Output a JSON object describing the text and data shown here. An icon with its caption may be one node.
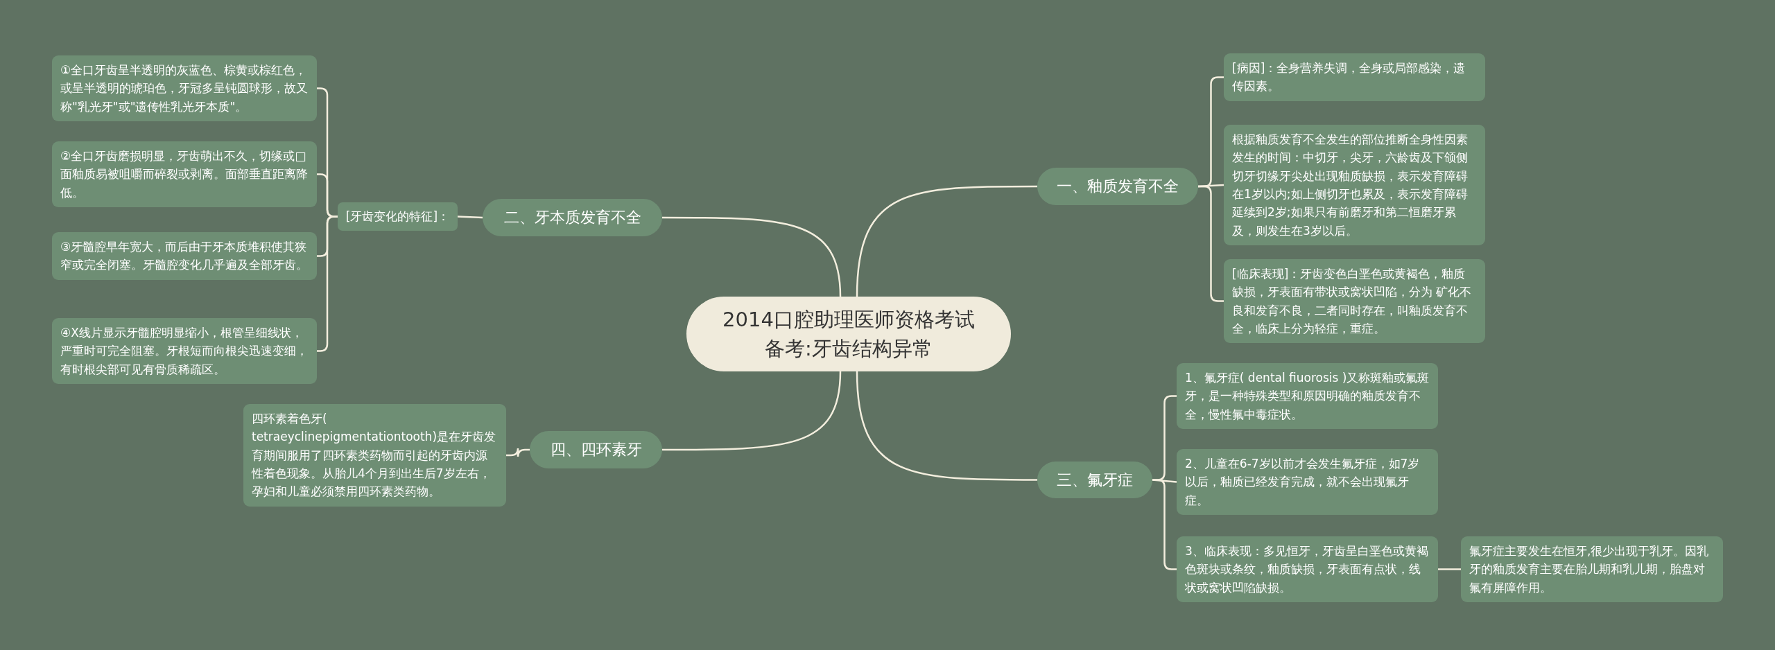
{
  "diagram": {
    "nodes": [
      {
        "text": [
          "2014口腔助理医师资格考试备考:牙齿结构异常"
        ]
      },
      {
        "text": [
          "一、釉质发育不全"
        ]
      },
      {
        "text": [
          "[病因]：全身营养失调，全身或局部感染，遗传因素。"
        ]
      },
      {
        "text": [
          "根据釉质发育不全发生的部位推断全身性因素发生的时间：中切牙，尖牙，六龄齿及下颌侧切牙切缘牙尖处出现釉质缺损，表示发育障碍在1岁以内;如上侧切牙也累及，表示发育障碍延续到2岁;如果只有前磨牙和第二恒磨牙累及，则发生在3岁以后。"
        ]
      },
      {
        "text": [
          "[临床表现]：牙齿变色白垩色或黄褐色，釉质缺损，牙表面有带状或窝状凹陷，分为 矿化不良和发育不良，二者同时存在，叫釉质发育不全，临床上分为轻症，重症。"
        ]
      },
      {
        "text": [
          "二、牙本质发育不全"
        ]
      },
      {
        "text": [
          "[牙齿变化的特征]："
        ]
      },
      {
        "text": [
          "①全口牙齿呈半透明的灰蓝色、棕黄或棕红色，或呈半透明的琥珀色，牙冠多呈钝圆球形，故又称\"乳光牙\"或\"遗传性乳光牙本质\"。"
        ]
      },
      {
        "text": [
          "②全口牙齿磨损明显，牙齿萌出不久，切缘或□面釉质易被咀嚼而碎裂或剥离。面部垂直距离降低。"
        ]
      },
      {
        "text": [
          "③牙髓腔早年宽大，而后由于牙本质堆积使其狭窄或完全闭塞。牙髓腔变化几乎遍及全部牙齿。"
        ]
      },
      {
        "text": [
          "④X线片显示牙髓腔明显缩小，根管呈细线状，严重时可完全阻塞。牙根短而向根尖迅速变细，有时根尖部可见有骨质稀疏区。"
        ]
      },
      {
        "text": [
          "三、氟牙症"
        ]
      },
      {
        "text": [
          "1、氟牙症( dental fiuorosis )又称斑釉或氟斑牙，是一种特殊类型和原因明确的釉质发育不全，慢性氟中毒症状。"
        ]
      },
      {
        "text": [
          "2、儿童在6-7岁以前才会发生氟牙症，如7岁以后，釉质已经发育完成，就不会出现氟牙症。"
        ]
      },
      {
        "text": [
          "3、临床表现：多见恒牙，牙齿呈白垩色或黄褐色斑块或条纹，釉质缺损，牙表面有点状，线状或窝状凹陷缺损。"
        ]
      },
      {
        "text": [
          "氟牙症主要发生在恒牙,很少出现于乳牙。因乳牙的釉质发育主要在胎儿期和乳儿期，胎盘对氟有屏障作用。"
        ]
      },
      {
        "text": [
          "四、四环素牙"
        ]
      },
      {
        "text": [
          "四环素着色牙( tetraeyclinepigmentationtooth)是在牙齿发育期间服用了四环素类药物而引起的牙齿内源性着色现象。从胎儿4个月到出生后7岁左右，孕妇和儿童必须禁用四环素类药物。"
        ]
      }
    ],
    "edges": [
      {
        "from": 0,
        "to": 1,
        "arrow": "none"
      },
      {
        "from": 1,
        "to": 2,
        "arrow": "none"
      },
      {
        "from": 1,
        "to": 3,
        "arrow": "none"
      },
      {
        "from": 1,
        "to": 4,
        "arrow": "none"
      },
      {
        "from": 0,
        "to": 5,
        "arrow": "none"
      },
      {
        "from": 5,
        "to": 6,
        "arrow": "none"
      },
      {
        "from": 6,
        "to": 7,
        "arrow": "none"
      },
      {
        "from": 6,
        "to": 8,
        "arrow": "none"
      },
      {
        "from": 6,
        "to": 9,
        "arrow": "none"
      },
      {
        "from": 6,
        "to": 10,
        "arrow": "none"
      },
      {
        "from": 0,
        "to": 11,
        "arrow": "none"
      },
      {
        "from": 11,
        "to": 12,
        "arrow": "none"
      },
      {
        "from": 11,
        "to": 13,
        "arrow": "none"
      },
      {
        "from": 11,
        "to": 14,
        "arrow": "none"
      },
      {
        "from": 14,
        "to": 15,
        "arrow": "none"
      },
      {
        "from": 0,
        "to": 16,
        "arrow": "none"
      },
      {
        "from": 16,
        "to": 17,
        "arrow": "none"
      }
    ]
  }
}
